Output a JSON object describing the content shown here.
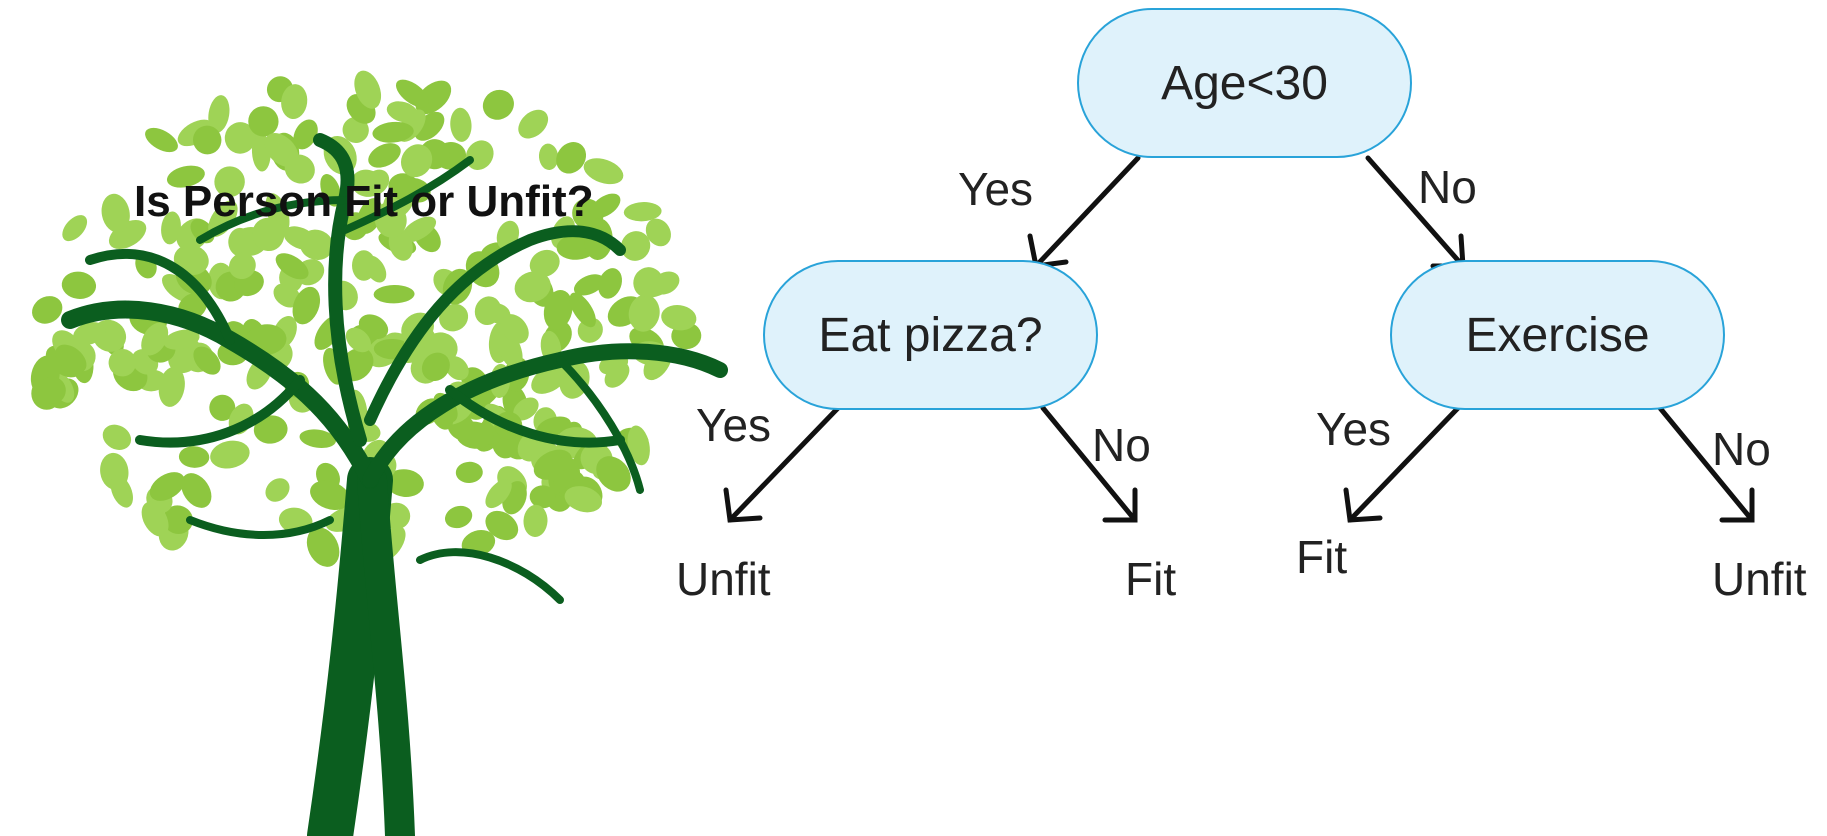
{
  "title": "Is Person Fit or Unfit?",
  "colors": {
    "node_fill": "#dff2fb",
    "node_border": "#29a3d9",
    "arrow": "#111111",
    "leaf_light": "#8dc63f",
    "trunk": "#0b5e1f"
  },
  "illustration": "tree-clipart",
  "diagram": {
    "root": {
      "label": "Age<30"
    },
    "left": {
      "label": "Eat pizza?"
    },
    "right": {
      "label": "Exercise"
    },
    "edges": {
      "root_left": "Yes",
      "root_right": "No",
      "left_left": "Yes",
      "left_right": "No",
      "right_left": "Yes",
      "right_right": "No"
    },
    "leaves": {
      "left_yes": "Unfit",
      "left_no": "Fit",
      "right_yes": "Fit",
      "right_no": "Unfit"
    }
  }
}
